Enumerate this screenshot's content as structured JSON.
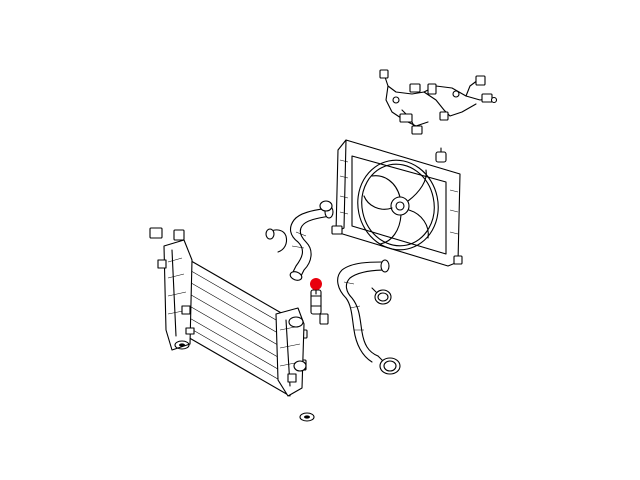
{
  "diagram": {
    "background": "#ffffff",
    "line_color": "#000000",
    "highlight_color": "#e8000d",
    "parts": [
      {
        "name": "radiator",
        "icon": "radiator-icon"
      },
      {
        "name": "cooling-fan-shroud",
        "icon": "fan-icon"
      },
      {
        "name": "wiring-harness",
        "icon": "harness-icon"
      },
      {
        "name": "upper-radiator-hose",
        "icon": "hose-icon"
      },
      {
        "name": "lower-radiator-hose",
        "icon": "hose-icon"
      },
      {
        "name": "hose-clamp",
        "icon": "clamp-icon"
      },
      {
        "name": "connector-clip",
        "icon": "clip-icon"
      },
      {
        "name": "isolator-grommet",
        "icon": "grommet-icon"
      }
    ],
    "highlighted_part": "connector-clip"
  }
}
